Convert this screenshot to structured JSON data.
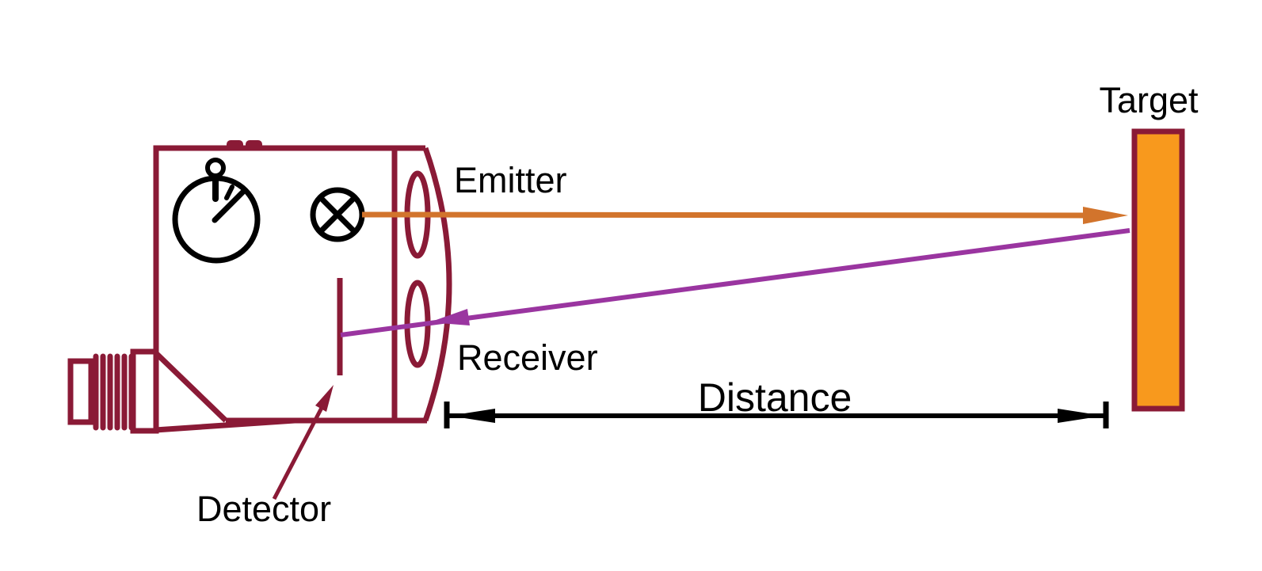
{
  "colors": {
    "outline": "#8A1A36",
    "ink": "#000000",
    "beam-emit": "#D2742C",
    "beam-return": "#9A35A0",
    "target-fill": "#F8991D",
    "background": "#FFFFFF"
  },
  "labels": {
    "emitter": "Emitter",
    "receiver": "Receiver",
    "detector": "Detector",
    "target": "Target",
    "distance": "Distance"
  },
  "icons": {
    "timer": "stopwatch-icon",
    "light_source": "crossed-lamp-icon",
    "emitter_lens": "lens-icon",
    "receiver_lens": "lens-icon"
  }
}
